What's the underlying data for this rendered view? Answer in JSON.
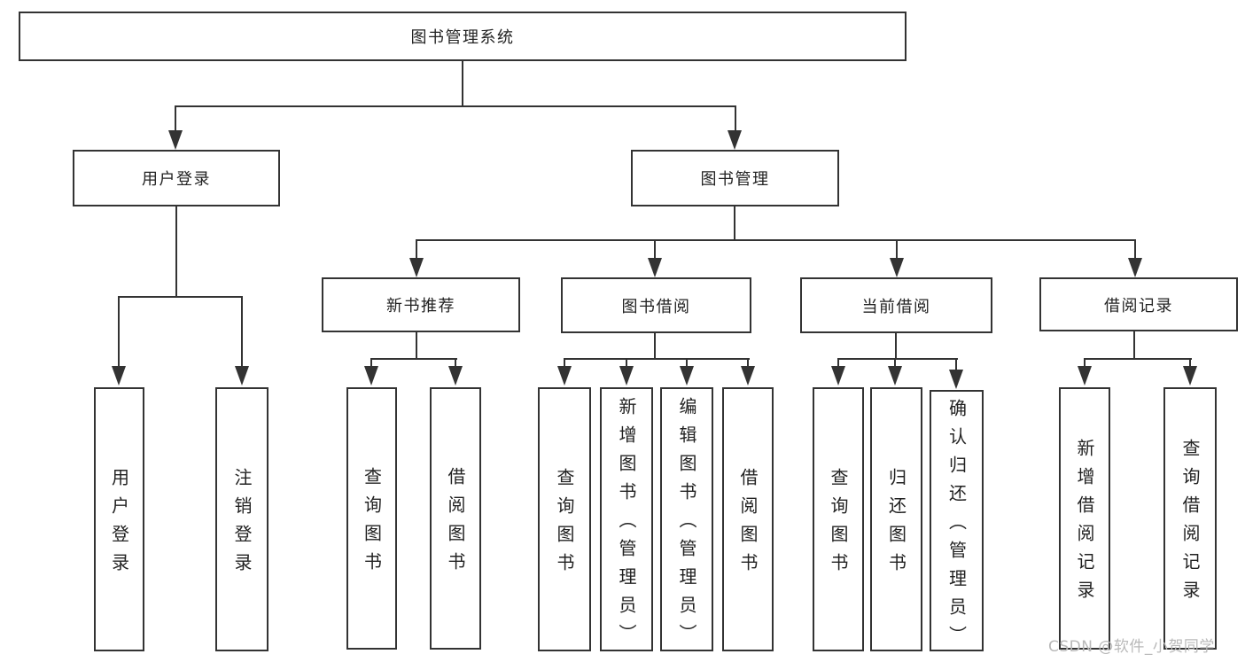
{
  "tree": {
    "root": "图书管理系统",
    "user_login": {
      "label": "用户登录",
      "children": [
        "用户登录",
        "注销登录"
      ]
    },
    "book_management": {
      "label": "图书管理",
      "sections": [
        {
          "label": "新书推荐",
          "children": [
            "查询图书",
            "借阅图书"
          ]
        },
        {
          "label": "图书借阅",
          "children": [
            "查询图书",
            "新增图书（管理员）",
            "编辑图书（管理员）",
            "借阅图书"
          ]
        },
        {
          "label": "当前借阅",
          "children": [
            "查询图书",
            "归还图书",
            "确认归还（管理员）"
          ]
        },
        {
          "label": "借阅记录",
          "children": [
            "新增借阅记录",
            "查询借阅记录"
          ]
        }
      ]
    }
  },
  "watermark": "CSDN @软件_小贺同学",
  "colors": {
    "line": "#333333",
    "text": "#222222",
    "background": "#ffffff",
    "watermark": "#b9b9b9"
  }
}
